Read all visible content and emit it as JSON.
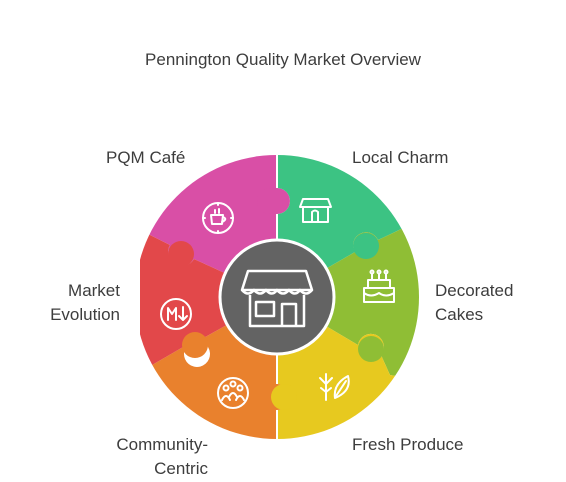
{
  "title": "Pennington Quality Market Overview",
  "segments": [
    {
      "label": "PQM Café",
      "icon": "clock-cup-icon",
      "color": "#d94fa6"
    },
    {
      "label": "Local Charm",
      "icon": "storefront-icon",
      "color": "#3cc383"
    },
    {
      "label": "Decorated Cakes",
      "icon": "cake-icon",
      "color": "#8fbe35"
    },
    {
      "label": "Fresh Produce",
      "icon": "produce-icon",
      "color": "#e7c91f"
    },
    {
      "label": "Community-Centric",
      "icon": "community-icon",
      "color": "#e9812d"
    },
    {
      "label": "Market Evolution",
      "icon": "market-evolution-icon",
      "color": "#e2484a"
    }
  ],
  "center": {
    "icon": "market-stall-icon",
    "color": "#636363"
  }
}
